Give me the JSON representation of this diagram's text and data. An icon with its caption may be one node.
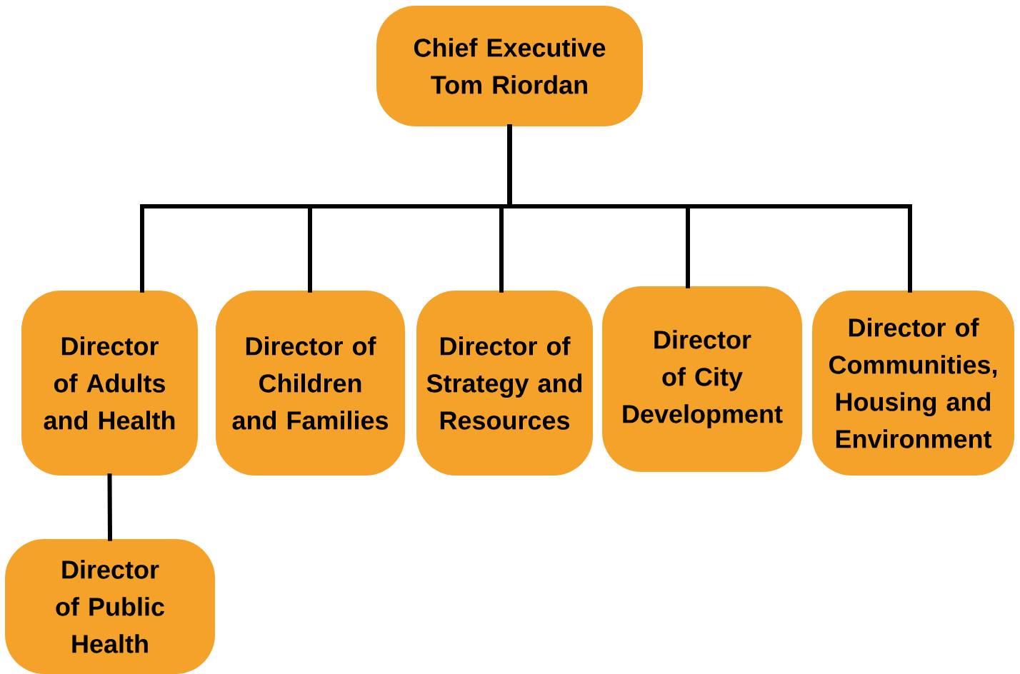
{
  "diagram": {
    "nodes": [
      {
        "text": [
          "Chief Executive Tom Riordan"
        ]
      },
      {
        "text": [
          "Director of Adults and Health"
        ]
      },
      {
        "text": [
          "Director of Children and Families"
        ]
      },
      {
        "text": [
          "Director of Strategy and Resources"
        ]
      },
      {
        "text": [
          "Director of City Development"
        ]
      },
      {
        "text": [
          "Director of Communities, Housing and Environment"
        ]
      },
      {
        "text": [
          "Director of Public Health"
        ]
      }
    ],
    "edges": [
      {
        "from": 0,
        "to": 1,
        "arrow": "none"
      },
      {
        "from": 0,
        "to": 2,
        "arrow": "none"
      },
      {
        "from": 0,
        "to": 3,
        "arrow": "none"
      },
      {
        "from": 0,
        "to": 4,
        "arrow": "none"
      },
      {
        "from": 0,
        "to": 5,
        "arrow": "none"
      },
      {
        "from": 1,
        "to": 6,
        "arrow": "none"
      }
    ]
  }
}
